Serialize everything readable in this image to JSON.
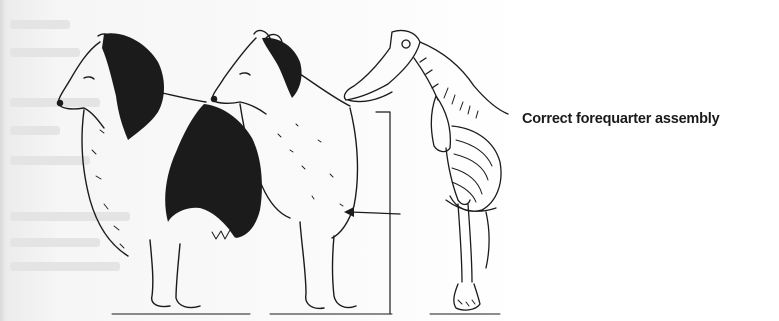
{
  "figure": {
    "caption": "Correct forequarter assembly",
    "panels": [
      {
        "id": "rough-coat-collie",
        "icon": "rough-collie-illustration"
      },
      {
        "id": "smooth-coat-collie",
        "icon": "smooth-collie-illustration"
      },
      {
        "id": "skeleton",
        "icon": "collie-skeleton-illustration"
      }
    ]
  }
}
